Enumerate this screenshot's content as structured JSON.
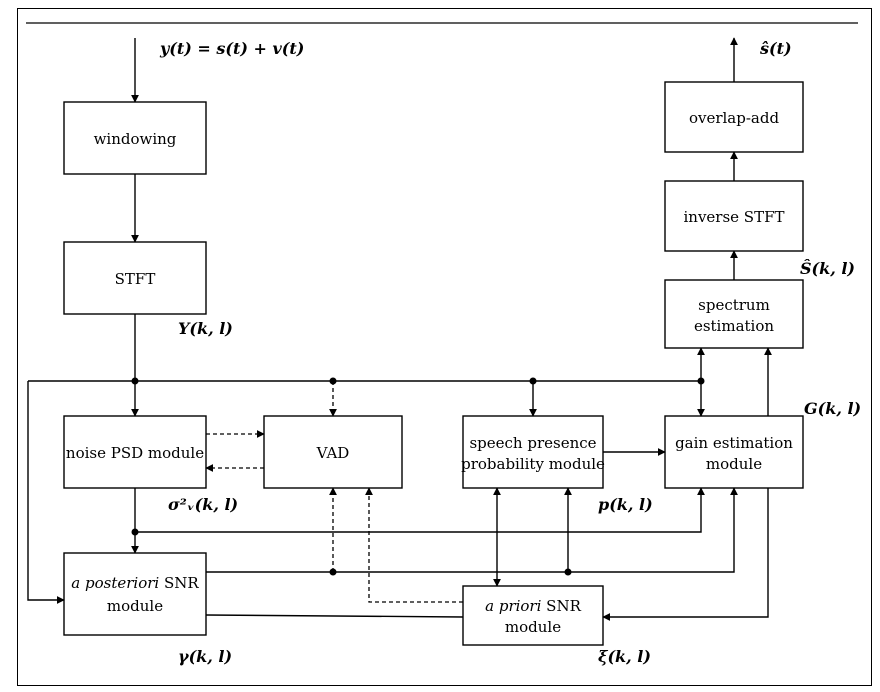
{
  "blocks": {
    "windowing": "windowing",
    "stft": "STFT",
    "noise_psd": "noise PSD module",
    "vad": "VAD",
    "spp_line1": "speech presence",
    "spp_line2": "probability module",
    "gain_line1": "gain estimation",
    "gain_line2": "module",
    "spectrum_line1": "spectrum",
    "spectrum_line2": "estimation",
    "istft": "inverse STFT",
    "ola": "overlap-add",
    "apost_italic": "a posteriori",
    "apost_rest": " SNR",
    "apost_line2": "module",
    "aprio_italic": "a priori",
    "aprio_rest": " SNR",
    "aprio_line2": "module"
  },
  "signals": {
    "input": "y(t) = s(t) + v(t)",
    "output": "ŝ(t)",
    "Y": "Y(k, l)",
    "S_hat": "Ŝ(k, l)",
    "G": "G(k, l)",
    "sigma": "σ²ᵥ(k, l)",
    "p": "p(k, l)",
    "gamma": "γ(k, l)",
    "xi": "ξ(k, l)"
  }
}
